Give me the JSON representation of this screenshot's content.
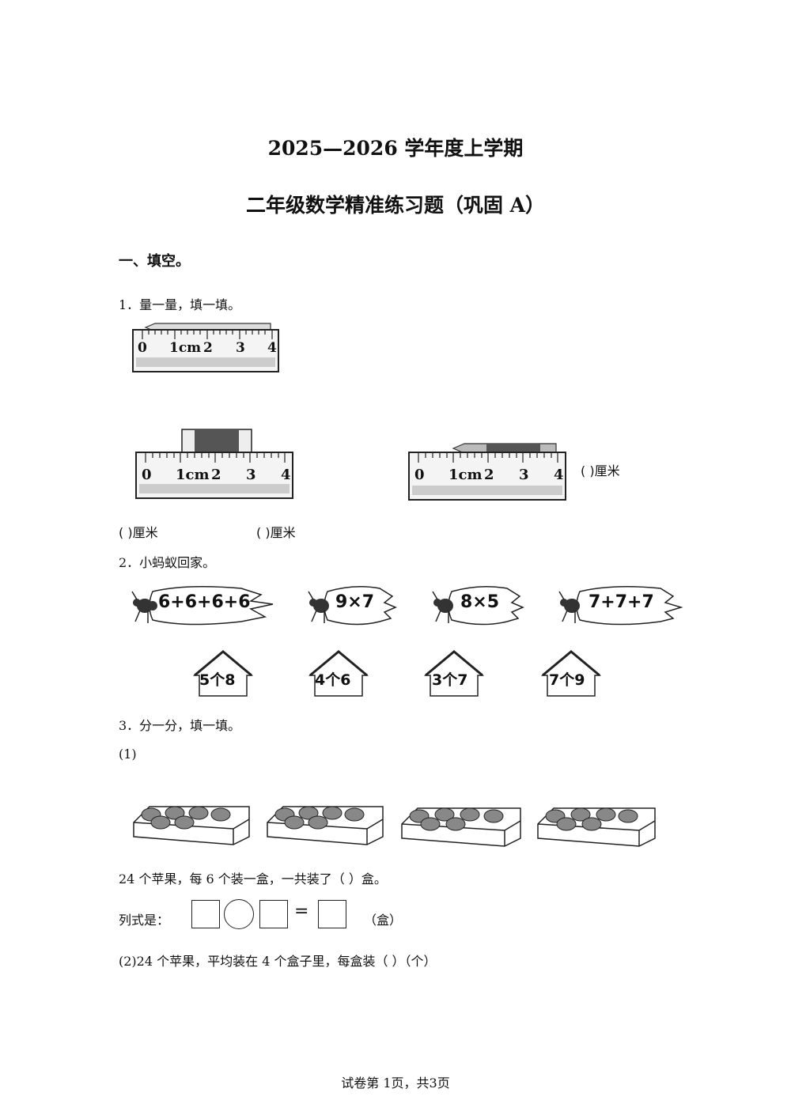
{
  "title": "2025—2026 学年度上学期",
  "subtitle": "二年级数学精准练习题（巩固 A）",
  "section1": "一、填空。",
  "q1": {
    "prompt": "1．量一量，填一填。",
    "ruler_labels": [
      "0",
      "1cm",
      "2",
      "3",
      "4"
    ],
    "blank_a": "(       )厘米",
    "blank_b": "(       )厘米",
    "blank_c": "(       )厘米"
  },
  "q2": {
    "prompt": "2．小蚂蚁回家。",
    "leaves": [
      "6+6+6+6",
      "9×7",
      "8×5",
      "7+7+7"
    ],
    "houses": [
      "5个8",
      "4个6",
      "3个7",
      "7个9"
    ]
  },
  "q3": {
    "prompt": "3．分一分，填一填。",
    "part1_label": "(1)",
    "part1_text": "24 个苹果，每 6 个装一盒，一共装了（    ）盒。",
    "formula_label": "列式是：",
    "equals": "=",
    "unit": "（盒）",
    "part2_text": "(2)24 个苹果，平均装在 4 个盒子里，每盒装（    ）（个）"
  },
  "footer": "试卷第 1页，共3页"
}
